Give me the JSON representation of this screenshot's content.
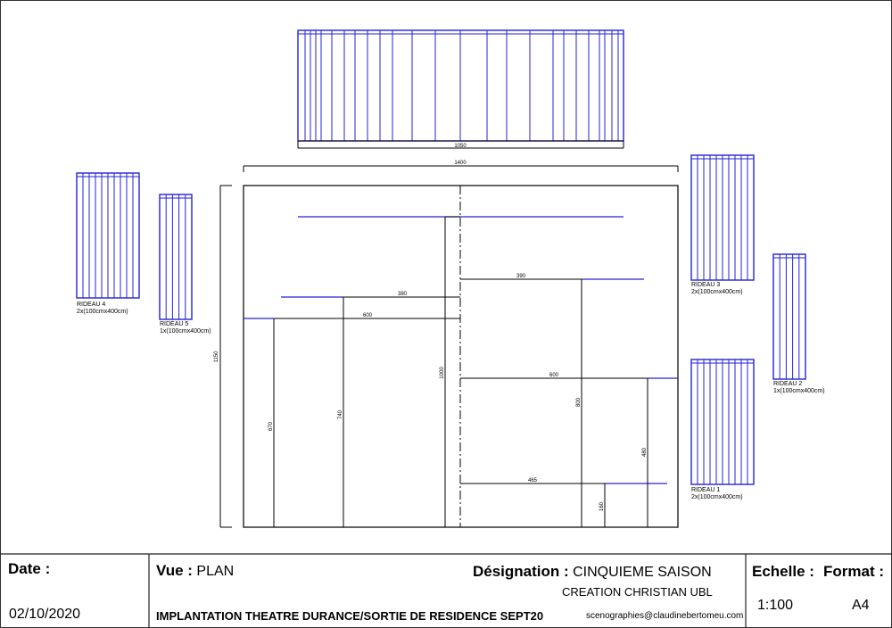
{
  "colors": {
    "curtain": "#2323d6",
    "line": "#000000",
    "frame": "#222222"
  },
  "dimensions": {
    "top_curtain_width": "1050",
    "overall_width": "1400",
    "overall_depth": "1150",
    "center_post": "1000",
    "left_outer_post": "670",
    "left_inner_post": "740",
    "right_post": "800",
    "far_right_post": "480",
    "small_post": "160",
    "bar_left_high": "380",
    "bar_left_low": "600",
    "bar_right_high": "390",
    "bar_right_mid": "600",
    "bar_right_low": "465"
  },
  "curtains": {
    "r1": {
      "name": "RIDEAU  1",
      "spec": "2x(100cmx400cm)"
    },
    "r2": {
      "name": "RIDEAU  2",
      "spec": "1x(100cmx400cm)"
    },
    "r3": {
      "name": "RIDEAU  3",
      "spec": "2x(100cmx400cm)"
    },
    "r4": {
      "name": "RIDEAU  4",
      "spec": "2x(100cmx400cm)"
    },
    "r5": {
      "name": "RIDEAU  5",
      "spec": "1x(100cmx400cm)"
    }
  },
  "cartouche": {
    "date_label": "Date :",
    "date_value": "02/10/2020",
    "vue_label": "Vue :",
    "vue_value": "PLAN",
    "designation_label": "Désignation :",
    "designation_value": "CINQUIEME SAISON",
    "creation": "CREATION CHRISTIAN UBL",
    "title": "IMPLANTATION THEATRE DURANCE/SORTIE DE RESIDENCE SEPT20",
    "email": "scenographies@claudinebertomeu.com",
    "echelle_label": "Echelle :",
    "echelle_value": "1:100",
    "format_label": "Format :",
    "format_value": "A4"
  }
}
